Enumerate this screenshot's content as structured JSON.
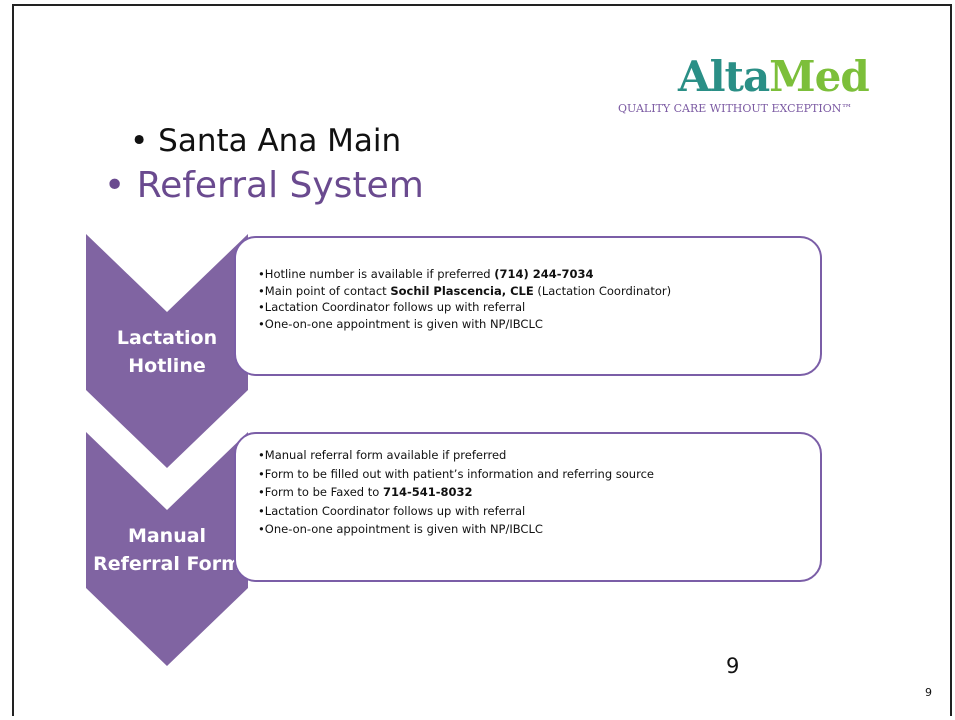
{
  "logo": {
    "alta": "Alta",
    "med": "Med",
    "tagline": "QUALITY CARE WITHOUT EXCEPTION™"
  },
  "heading": {
    "bullet_main": "Santa Ana Main",
    "bullet_sub": "Referral System"
  },
  "sections": [
    {
      "label_line1": "Lactation",
      "label_line2": "Hotline",
      "items": [
        {
          "text": "Hotline number is available if preferred ",
          "bold": "(714) 244-7034",
          "after": ""
        },
        {
          "text": "Main point of contact ",
          "bold": "Sochil Plascencia, CLE",
          "after": " (Lactation Coordinator)"
        },
        {
          "text": "Lactation Coordinator follows up with referral",
          "bold": "",
          "after": ""
        },
        {
          "text": "One-on-one appointment is given with NP/IBCLC",
          "bold": "",
          "after": ""
        }
      ]
    },
    {
      "label_line1": "Manual",
      "label_line2": "Referral Form",
      "items": [
        {
          "text": "Manual referral form available if preferred",
          "bold": "",
          "after": ""
        },
        {
          "text": "Form to be filled out with patient’s information and referring source",
          "bold": "",
          "after": ""
        },
        {
          "text": "Form to be Faxed to ",
          "bold": "714-541-8032",
          "after": ""
        },
        {
          "text": "Lactation Coordinator follows up with referral",
          "bold": "",
          "after": ""
        },
        {
          "text": "One-on-one appointment is given with NP/IBCLC",
          "bold": "",
          "after": ""
        }
      ]
    }
  ],
  "page_number_center": "9",
  "page_number_corner": "9",
  "colors": {
    "chevron": "#8064a2",
    "box_border": "#7b5ea7",
    "heading_purple": "#6a4a8f",
    "logo_teal": "#2a8f86",
    "logo_green": "#7cbf3a"
  }
}
